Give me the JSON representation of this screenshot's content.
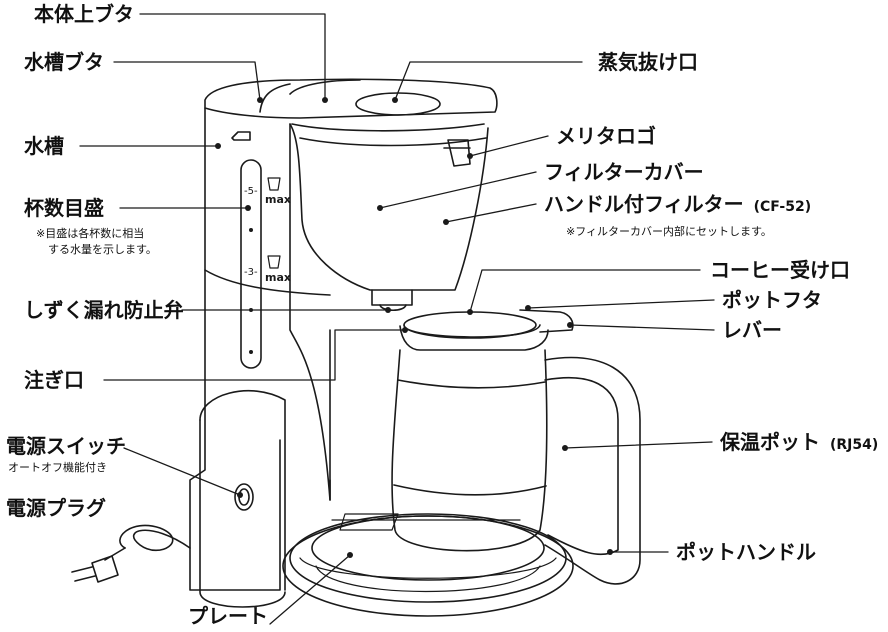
{
  "labels": {
    "body_lid": "本体上ブタ",
    "tank_lid": "水槽ブタ",
    "tank": "水槽",
    "cup_gauge": "杯数目盛",
    "cup_gauge_note_1": "※目盛は各杯数に相当",
    "cup_gauge_note_2": "する水量を示します。",
    "drip_stop_valve": "しずく漏れ防止弁",
    "spout": "注ぎ口",
    "power_switch": "電源スイッチ",
    "power_switch_note": "オートオフ機能付き",
    "power_plug": "電源プラグ",
    "plate": "プレート",
    "steam_vent": "蒸気抜け口",
    "melitta_logo": "メリタロゴ",
    "filter_cover": "フィルターカバー",
    "handled_filter": "ハンドル付フィルター",
    "handled_filter_model": "(CF-52)",
    "handled_filter_note": "※フィルターカバー内部にセットします。",
    "coffee_inlet": "コーヒー受け口",
    "pot_lid": "ポットフタ",
    "lever": "レバー",
    "thermal_pot": "保温ポット",
    "thermal_pot_model": "(RJ54)",
    "pot_handle": "ポットハンドル"
  },
  "gauge": {
    "mark_5": "-5-",
    "mark_3": "-3-",
    "max_upper": "max",
    "max_lower": "max"
  },
  "colors": {
    "line": "#1a1a1a",
    "background": "#ffffff"
  }
}
